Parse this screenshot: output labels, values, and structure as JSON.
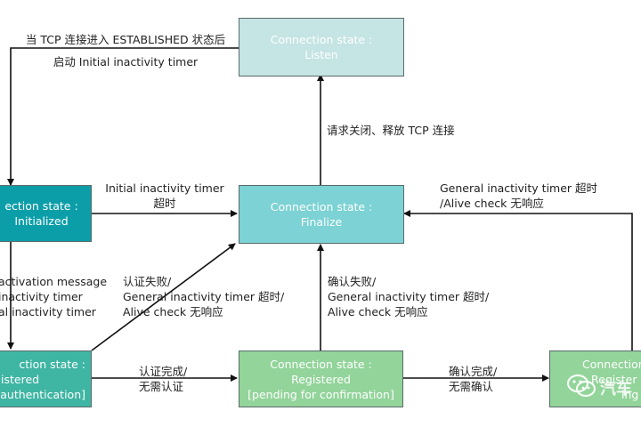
{
  "states": {
    "listen": {
      "line1": "Connection state :",
      "line2": "Listen",
      "color": "#c5e4e4"
    },
    "initialized": {
      "line1": "ection state :",
      "line2": "Initialized",
      "color": "#0c9ea8"
    },
    "finalize": {
      "line1": "Connection state :",
      "line2": "Finalize",
      "color": "#7cd2d4"
    },
    "authenticating": {
      "line1": "ction state :",
      "line2": "istered",
      "line3": "authentication]",
      "color": "#3fb5a3"
    },
    "registered_pending": {
      "line1": "Connection state :",
      "line2": "Registered",
      "line3": "[pending for confirmation]",
      "color": "#92d49a"
    },
    "registered": {
      "line1": "Connection",
      "line2": "Register",
      "line3": "ing",
      "color": "#92d49a"
    }
  },
  "labels": {
    "top_left": {
      "line1": "当 TCP 连接进入 ESTABLISHED 状态后",
      "line2": "启动 Initial inactivity timer"
    },
    "finalize_to_listen": "请求关闭、释放 TCP 连接",
    "init_to_finalize": {
      "line1": "Initial inactivity timer",
      "line2": "超时"
    },
    "registered_to_finalize_top": {
      "line1": "General inactivity timer 超时",
      "line2": "/Alive check 无响应"
    },
    "init_to_auth": {
      "line1": "activation message",
      "line2": "inactivity timer",
      "line3": "al inactivity timer"
    },
    "auth_fail": {
      "line1": "认证失败/",
      "line2": "General inactivity timer 超时/",
      "line3": "Alive check 无响应"
    },
    "confirm_fail": {
      "line1": "确认失败/",
      "line2": "General inactivity timer 超时/",
      "line3": "Alive check 无响应"
    },
    "auth_done": {
      "line1": "认证完成/",
      "line2": "无需认证"
    },
    "confirm_done": {
      "line1": "确认完成/",
      "line2": "无需确认"
    }
  },
  "watermark": {
    "text": "汽车",
    "icon": "wechat-icon"
  }
}
